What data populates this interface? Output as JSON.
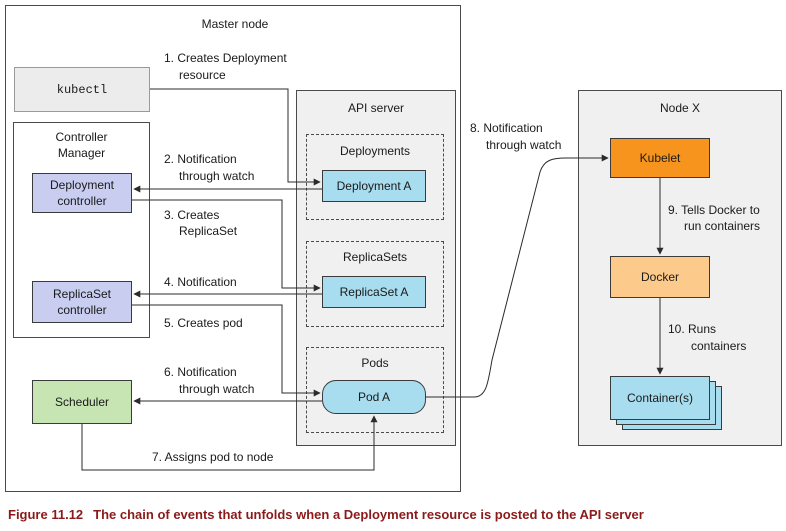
{
  "master_node": {
    "title": "Master node"
  },
  "api_server": {
    "title": "API server",
    "groups": {
      "deployments": {
        "title": "Deployments",
        "item": "Deployment A"
      },
      "replicasets": {
        "title": "ReplicaSets",
        "item": "ReplicaSet A"
      },
      "pods": {
        "title": "Pods",
        "item": "Pod A"
      }
    }
  },
  "kubectl": {
    "label": "kubectl"
  },
  "controller_manager": {
    "title_line1": "Controller",
    "title_line2": "Manager",
    "deployment_controller": {
      "line1": "Deployment",
      "line2": "controller"
    },
    "replicaset_controller": {
      "line1": "ReplicaSet",
      "line2": "controller"
    }
  },
  "scheduler": {
    "label": "Scheduler"
  },
  "node_x": {
    "title": "Node X",
    "kubelet": "Kubelet",
    "docker": "Docker",
    "containers": "Container(s)"
  },
  "steps": {
    "s1": [
      "1. Creates Deployment",
      "resource"
    ],
    "s2": [
      "2. Notification",
      "through watch"
    ],
    "s3": [
      "3. Creates",
      "ReplicaSet"
    ],
    "s4": [
      "4. Notification"
    ],
    "s5": [
      "5. Creates pod"
    ],
    "s6": [
      "6. Notification",
      "through watch"
    ],
    "s7": [
      "7. Assigns pod to node"
    ],
    "s8": [
      "8. Notification",
      "through watch"
    ],
    "s9": [
      "9. Tells Docker to",
      "run containers"
    ],
    "s10": [
      "10. Runs",
      "containers"
    ]
  },
  "caption": {
    "number": "Figure 11.12",
    "text": "The chain of events that unfolds when a Deployment resource is posted to the API server"
  },
  "colors": {
    "api_blue": "#a8dcef",
    "controller_purple": "#c9cdf0",
    "scheduler_green": "#c6e5b3",
    "kubelet_orange": "#f7941d",
    "docker_peach": "#fcca8a",
    "panel_gray": "#f0f0f0",
    "kubectl_gray": "#ececec"
  }
}
